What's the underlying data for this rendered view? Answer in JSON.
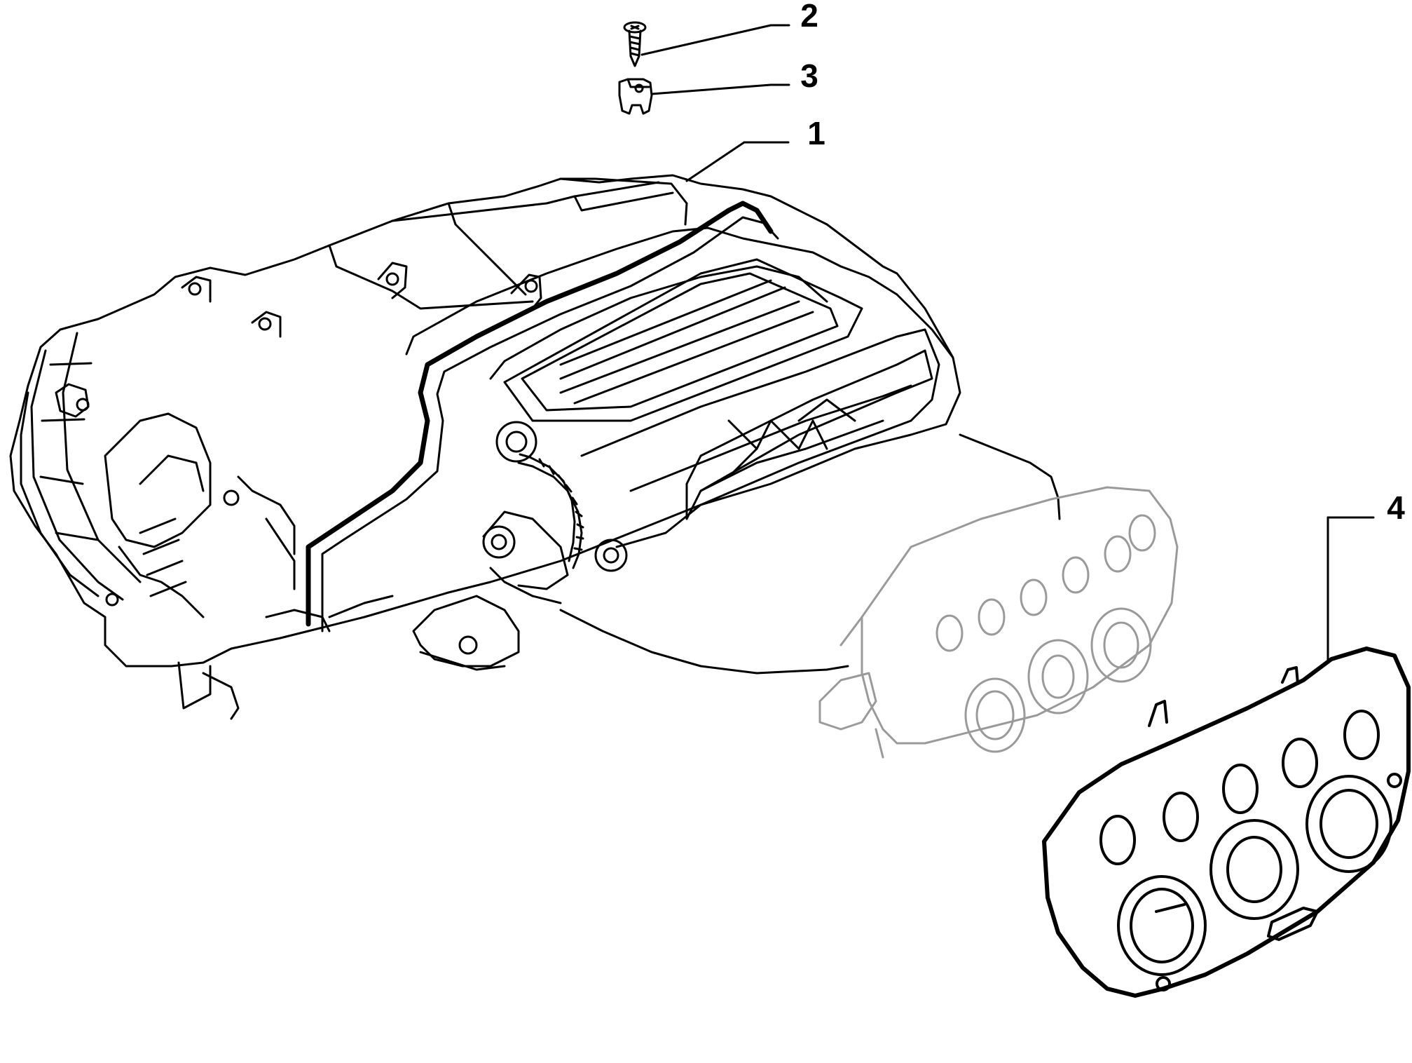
{
  "colors": {
    "ink": "#000000",
    "ghost": "#9a9a9a",
    "background": "#ffffff"
  },
  "callouts": {
    "part_1": "1",
    "part_2": "2",
    "part_3": "3",
    "part_4": "4"
  }
}
